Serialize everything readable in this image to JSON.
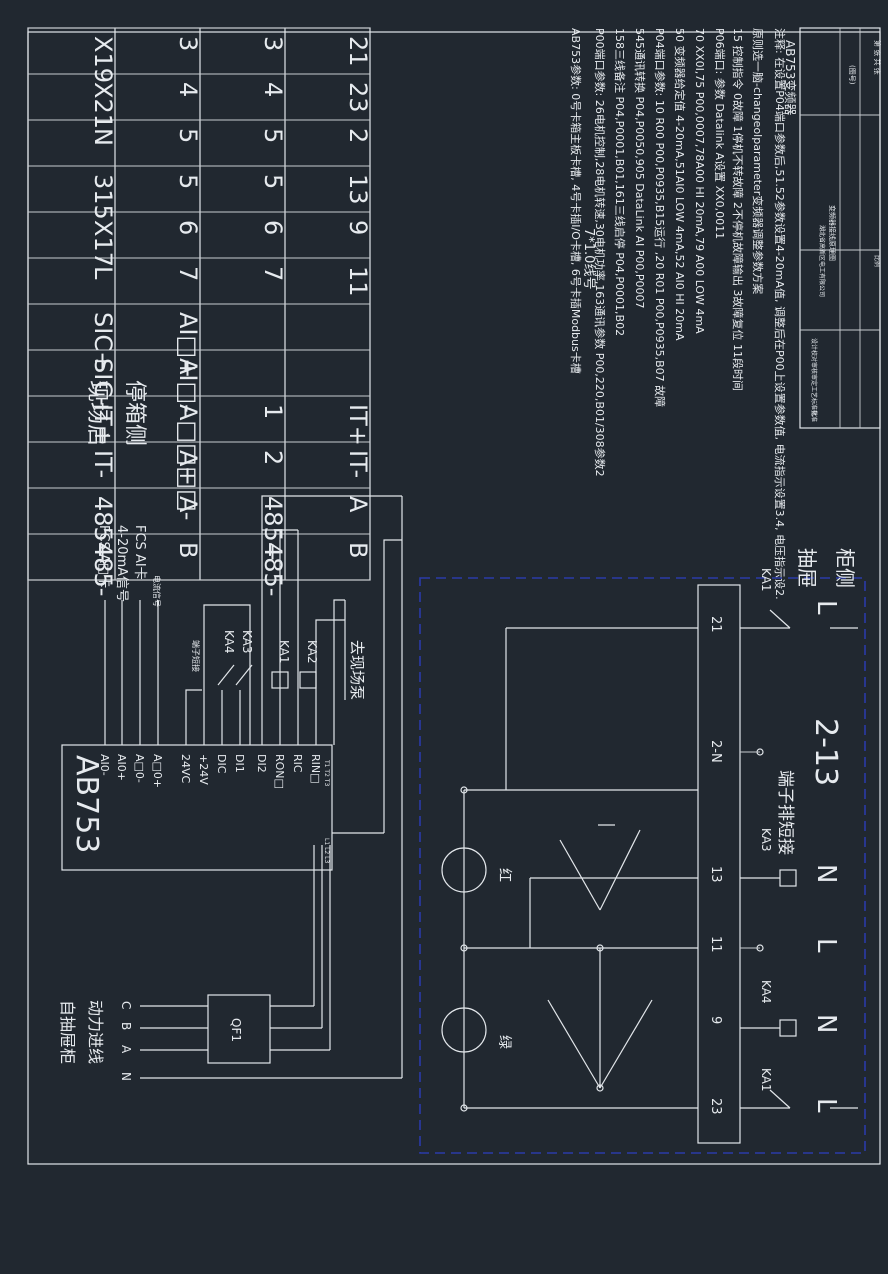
{
  "table": {
    "header_cable": "7*1.0线号",
    "row_labels": [
      "现场启",
      "停箱侧"
    ],
    "rows": [
      {
        "c1": "21",
        "c2": "3",
        "c3": "3",
        "c4": "X19"
      },
      {
        "c1": "23",
        "c2": "4",
        "c3": "4",
        "c4": "X21"
      },
      {
        "c1": "2",
        "c2": "5",
        "c3": "5",
        "c4": "N"
      },
      {
        "c1": "13",
        "c2": "5",
        "c3": "5",
        "c4": "315"
      },
      {
        "c1": "9",
        "c2": "6",
        "c3": "6",
        "c4": "X17"
      },
      {
        "c1": "11",
        "c2": "7",
        "c3": "7",
        "c4": "L"
      },
      {
        "c1": "",
        "c2": "",
        "c3": "AI□+",
        "c4": "SIC+"
      },
      {
        "c1": "",
        "c2": "",
        "c3": "AI□-",
        "c4": "SIC-"
      },
      {
        "c1": "IT+",
        "c2": "1",
        "c3": "A□□+",
        "c4": "IT+"
      },
      {
        "c1": "IT-",
        "c2": "2",
        "c3": "A□□-",
        "c4": "IT-"
      },
      {
        "c1": "A",
        "c2": "485+",
        "c3": "A",
        "c4": "485+"
      },
      {
        "c1": "B",
        "c2": "485-",
        "c3": "B",
        "c4": "485-"
      }
    ]
  },
  "notes": [
    "AB753参数: 0号卡箱主板卡槽, 4号卡插I/O卡槽, 6号卡插Modbus卡槽",
    "P00端口参数: 26电机控制,28电机转速,30电机功率,163通讯参数 P00,220,B01/308参数2",
    "158三线备注 P04,P0001,B01,161三线启停 P04,P0001,B02",
    "545通讯转换 P04,P0050,905 DataLink AI P00,P0007",
    "P04端口参数: 10 R00 P00,P0935,B15运行 ,20 R01 P00,P0935,B07 故障",
    "50 变频器给定值 4-20mA,51AI0 LOW 4mA,52 AI0 HI 20mA",
    "70 XX0I,75 P00,0007,78A00 HI 20mA,79 A00 LOW 4mA",
    "P06端口: 参数 Datalink A设置 XX0,0011",
    "15 控制指令 0故障 1停机不转故障 2不停机故障输出 3故障复位 11段时间",
    "原则选一脑-changeolparameter变频器调整参数方案",
    "注释: 在设置P04端口参数后,51.52参数设置4-20mA值, 调整后在P00上设置参数值, 电流指示设置3.4, 电压指示设2."
  ],
  "title_block": {
    "drawing_no": "AB753变频器",
    "company": "湖北省高新区电工有限公司",
    "drawing_name": "变频器接线原理图",
    "fields": [
      "设计",
      "校对",
      "审核",
      "审定",
      "工艺",
      "标准化",
      "批准"
    ],
    "sheet": "第 张 共 张",
    "scale": "比例",
    "stage": "(图号)"
  },
  "upper_wiring": {
    "left_labels": [
      "自抽屉柜",
      "动力进线"
    ],
    "phases": [
      "N",
      "A",
      "B",
      "C"
    ],
    "breaker": "QF1",
    "inverter_name": "AB753",
    "inverter_pins": [
      "AI0-",
      "AI0+",
      "A□0-",
      "A□0+",
      "24VC",
      "+24V",
      "DIC",
      "DI1",
      "DI2",
      "RON□",
      "RIC",
      "RIN□",
      "RIC"
    ],
    "motor_terminals_top": "T1 T2 T3",
    "motor_terminals_bottom": "L1 L2 L3",
    "signals": [
      "FCS A□卡",
      "4-20mA信号",
      "FCS AI卡",
      "电流信号"
    ],
    "relays": [
      "KA4",
      "KA3",
      "KA1",
      "KA2"
    ],
    "relay_note": "端子短接",
    "to_pump": "去现场泵"
  },
  "lower_circuit": {
    "section_title": [
      "抽屉",
      "柜侧"
    ],
    "terminals": [
      "23",
      "9",
      "11",
      "13",
      "2-N",
      "21"
    ],
    "lamp_labels": [
      "绿",
      "红"
    ],
    "relays": [
      "KA1",
      "KA4",
      "KA3",
      "KA1"
    ],
    "nl_labels": [
      "L",
      "N",
      "L",
      "N",
      "L"
    ],
    "jumper_text": "端子排短接",
    "jumper_range": "2-13"
  },
  "colors": {
    "background": "#212830",
    "line": "#e2e6ea",
    "border_blue": "#2a3aa8"
  }
}
